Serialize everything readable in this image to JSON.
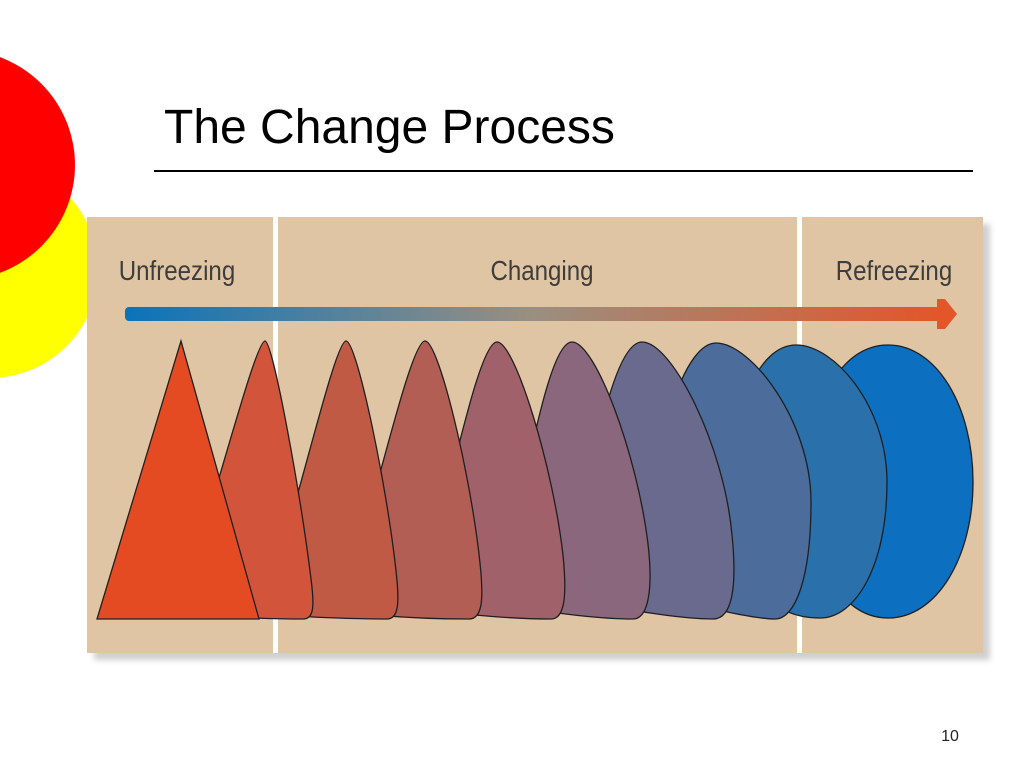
{
  "slide": {
    "title": "The Change Process",
    "page_number": "10"
  },
  "diagram": {
    "phases": [
      {
        "label": "Unfreezing"
      },
      {
        "label": "Changing"
      },
      {
        "label": "Refreezing"
      }
    ],
    "stage_colors": [
      "#e44b23",
      "#d2553b",
      "#c05a45",
      "#b35e54",
      "#a0616a",
      "#8a677c",
      "#6a6a8e",
      "#4c6c9c",
      "#2a71ac",
      "#0c6fc0"
    ],
    "arrow_gradient": [
      "#0b73b9",
      "#9a8f80",
      "#e2562a"
    ],
    "panel_color": "#dfc5a3",
    "accent_colors": {
      "red": "#ff0000",
      "yellow": "#ffff00"
    }
  }
}
